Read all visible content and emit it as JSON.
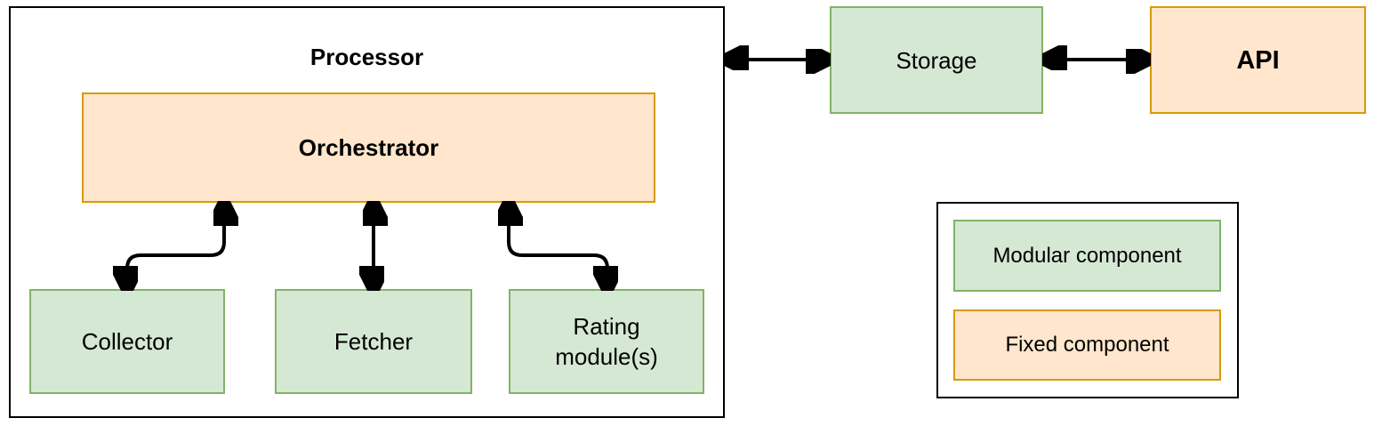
{
  "diagram": {
    "processor": {
      "title": "Processor"
    },
    "orchestrator": {
      "label": "Orchestrator"
    },
    "modules": {
      "collector": {
        "label": "Collector"
      },
      "fetcher": {
        "label": "Fetcher"
      },
      "rating": {
        "label": "Rating module(s)"
      }
    },
    "storage": {
      "label": "Storage"
    },
    "api": {
      "label": "API"
    },
    "legend": {
      "modular": {
        "label": "Modular component"
      },
      "fixed": {
        "label": "Fixed component"
      }
    },
    "connections": [
      "orchestrator-collector-bidirectional",
      "orchestrator-fetcher-bidirectional",
      "orchestrator-rating-bidirectional",
      "processor-storage-bidirectional",
      "storage-api-bidirectional"
    ],
    "colors": {
      "modular_fill": "#d5e8d4",
      "modular_border": "#82b366",
      "fixed_fill": "#ffe6cc",
      "fixed_border": "#d79b00",
      "container_border": "#000000",
      "arrow": "#000000",
      "text": "#000000",
      "background": "#ffffff"
    }
  }
}
